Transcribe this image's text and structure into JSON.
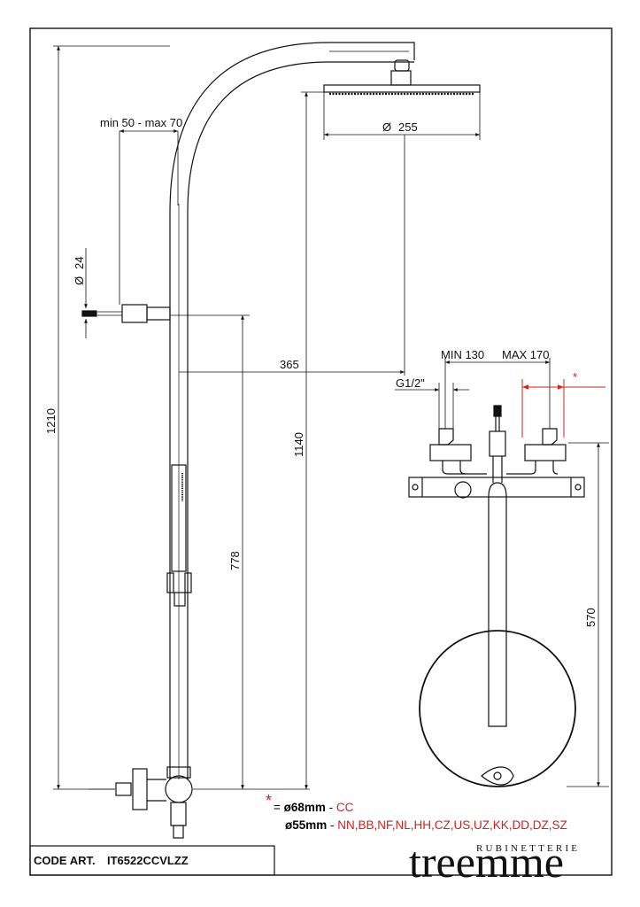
{
  "document": {
    "type": "technical-drawing",
    "subject": "thermostatic shower column"
  },
  "dimensions": {
    "handshower_arm": "min 50 - max 70",
    "head_diameter": "255",
    "hose_diameter": "24",
    "diameter_symbol": "Ø",
    "total_height": "1210",
    "head_height": "1140",
    "slider_height": "778",
    "arm_projection": "365",
    "inlet_min": "MIN 130",
    "inlet_max": "MAX 170",
    "inlet_thread": "G1/2\"",
    "mixer_height": "570",
    "asterisk": "*"
  },
  "legend": {
    "asterisk": "*",
    "row1": {
      "prefix": "= ",
      "size": "ø68mm",
      "sep": " - ",
      "codes": "CC"
    },
    "row2": {
      "size": "ø55mm",
      "sep": " - ",
      "codes": "NN,BB,NF,NL,HH,CZ,US,UZ,KK,DD,DZ,SZ"
    }
  },
  "title_block": {
    "code_label": "CODE ART.",
    "code_value": "IT6522CCVLZZ"
  },
  "brand": {
    "name": "treemme",
    "tagline": "RUBINETTERIE"
  },
  "colors": {
    "line": "#111111",
    "accent_red": "#d42020"
  }
}
